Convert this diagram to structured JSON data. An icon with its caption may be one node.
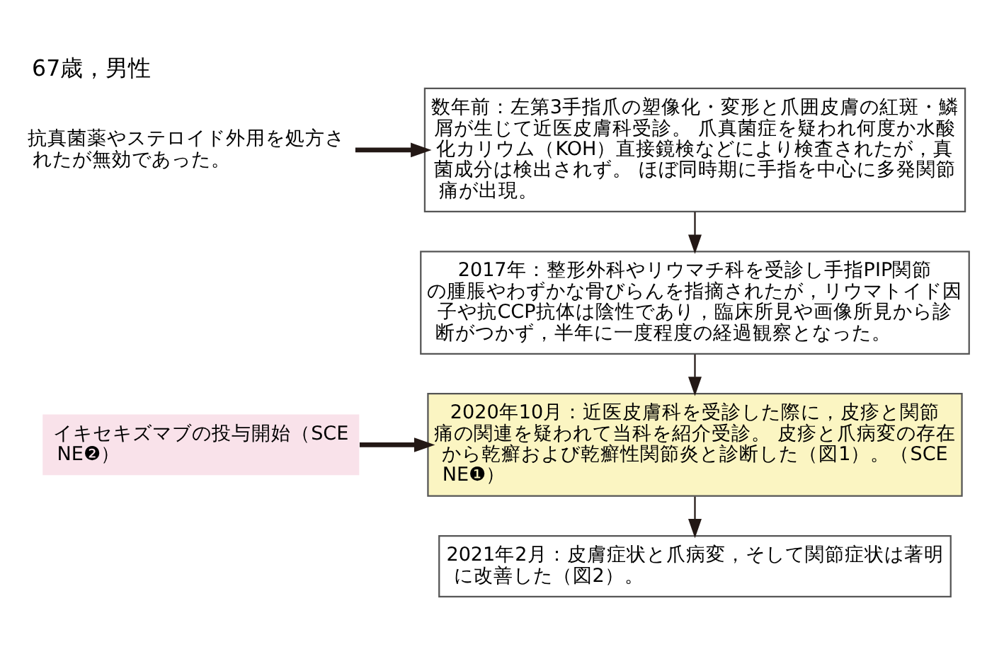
{
  "diagram": {
    "title": "67歳，男性",
    "nodes": [
      {
        "text": [
          "数年前：左第3手指爪の塑像化・変形と爪囲皮膚の紅斑・鱗屑が生じて近医皮膚科受診。 爪真菌症を疑われ何度か水酸化カリウム（KOH）直接鏡検などにより検査されたが，真菌成分は検出されず。 ほぼ同時期に手指を中心に多発関節痛が出現。"
        ]
      },
      {
        "text": [
          "2017年：整形外科やリウマチ科を受診し手指PIP関節の腫脹やわずかな骨びらんを指摘されたが，リウマトイド因子や抗CCP抗体は陰性であり，臨床所見や画像所見から診断がつかず，半年に一度程度の経過観察となった。"
        ]
      },
      {
        "text": [
          "2020年10月：近医皮膚科を受診した際に，皮疹と関節痛の関連を疑われて当科を紹介受診。 皮疹と爪病変の存在から乾癬および乾癬性関節炎と診断した（図1）。（SCENE❶）"
        ]
      },
      {
        "text": [
          "2021年2月：皮膚症状と爪病変，そして関節症状は著明に改善した（図2）。"
        ]
      },
      {
        "text": [
          "抗真菌薬やステロイド外用を処方されたが無効であった。"
        ]
      },
      {
        "text": [
          "イキセキズマブの投与開始（SCENE❷）"
        ]
      }
    ],
    "edges": [
      {
        "from": 0,
        "to": 1,
        "arrow": "to"
      },
      {
        "from": 1,
        "to": 2,
        "arrow": "to"
      },
      {
        "from": 2,
        "to": 3,
        "arrow": "to"
      },
      {
        "from": 4,
        "to": 0,
        "arrow": "to",
        "style": "thick"
      },
      {
        "from": 5,
        "to": 2,
        "arrow": "to",
        "style": "thick"
      }
    ]
  }
}
